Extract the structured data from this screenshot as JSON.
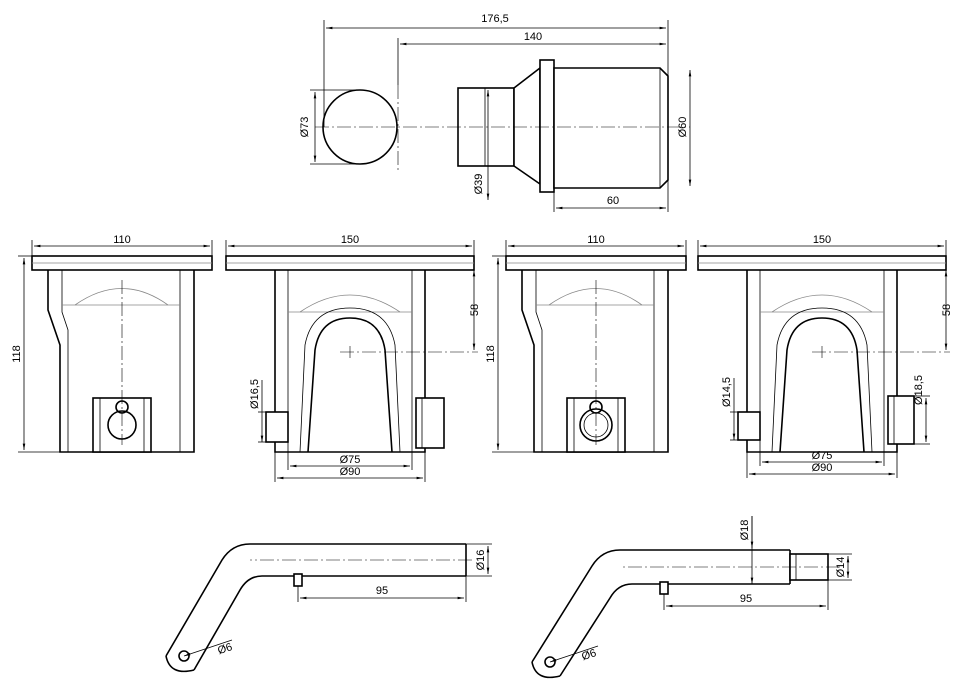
{
  "ball_coupling": {
    "dim_total_length": "176,5",
    "dim_length_140": "140",
    "dim_ball_diameter": "Ø73",
    "dim_neck_diameter": "Ø39",
    "dim_shank_diameter": "Ø60",
    "dim_shank_length": "60"
  },
  "socket_view_1": {
    "dim_width": "110",
    "dim_height": "118"
  },
  "socket_view_2": {
    "dim_width": "150",
    "dim_height": "58",
    "dim_pin_hole": "Ø16,5",
    "dim_inner": "Ø75",
    "dim_outer": "Ø90"
  },
  "socket_view_3": {
    "dim_width": "110",
    "dim_height": "118"
  },
  "socket_view_4": {
    "dim_width": "150",
    "dim_height": "58",
    "dim_pin_hole_left": "Ø14,5",
    "dim_pin_hole_right": "Ø18,5",
    "dim_inner": "Ø75",
    "dim_outer": "Ø90"
  },
  "pin_1": {
    "dim_diameter": "Ø16",
    "dim_length": "95",
    "dim_hole": "Ø6"
  },
  "pin_2": {
    "dim_diameter_large": "Ø18",
    "dim_diameter_small": "Ø14",
    "dim_length": "95",
    "dim_hole": "Ø6"
  }
}
